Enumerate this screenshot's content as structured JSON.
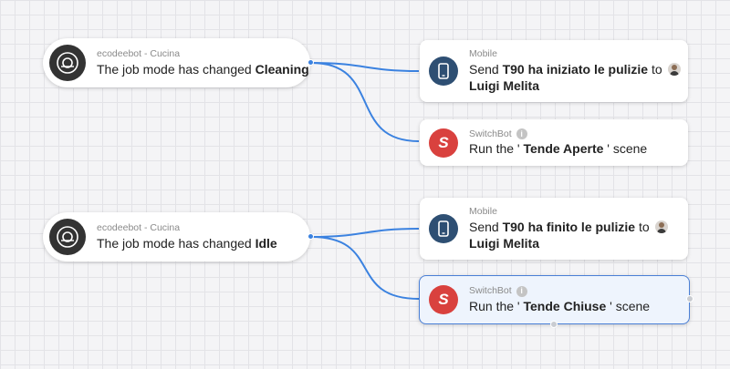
{
  "canvas": {
    "flows": [
      {
        "trigger": {
          "device_label": "ecodeebot - Cucina",
          "text_prefix": "The job mode has changed",
          "value": "Cleaning",
          "icon": "robot-vacuum-icon"
        },
        "actions": [
          {
            "service_label": "Mobile",
            "text_prefix": "Send",
            "message": "T90 ha iniziato le pulizie",
            "to_word": "to",
            "recipient": "Luigi Melita",
            "icon": "phone-icon"
          },
          {
            "service_label": "SwitchBot",
            "info_glyph": "i",
            "text_prefix": "Run the '",
            "scene": "Tende Aperte",
            "text_suffix": "' scene",
            "icon": "switchbot-logo-icon",
            "logo_glyph": "S"
          }
        ]
      },
      {
        "trigger": {
          "device_label": "ecodeebot - Cucina",
          "text_prefix": "The job mode has changed",
          "value": "Idle",
          "icon": "robot-vacuum-icon"
        },
        "actions": [
          {
            "service_label": "Mobile",
            "text_prefix": "Send",
            "message": "T90 ha finito le pulizie",
            "to_word": "to",
            "recipient": "Luigi Melita",
            "icon": "phone-icon"
          },
          {
            "service_label": "SwitchBot",
            "info_glyph": "i",
            "text_prefix": "Run the '",
            "scene": "Tende Chiuse",
            "text_suffix": "' scene",
            "icon": "switchbot-logo-icon",
            "logo_glyph": "S",
            "selected": true
          }
        ]
      }
    ],
    "colors": {
      "wire": "#3b82e0",
      "selected_border": "#4a7fd6",
      "mobile_icon_bg": "#2e4f73",
      "switchbot_icon_bg": "#d9413e"
    }
  }
}
